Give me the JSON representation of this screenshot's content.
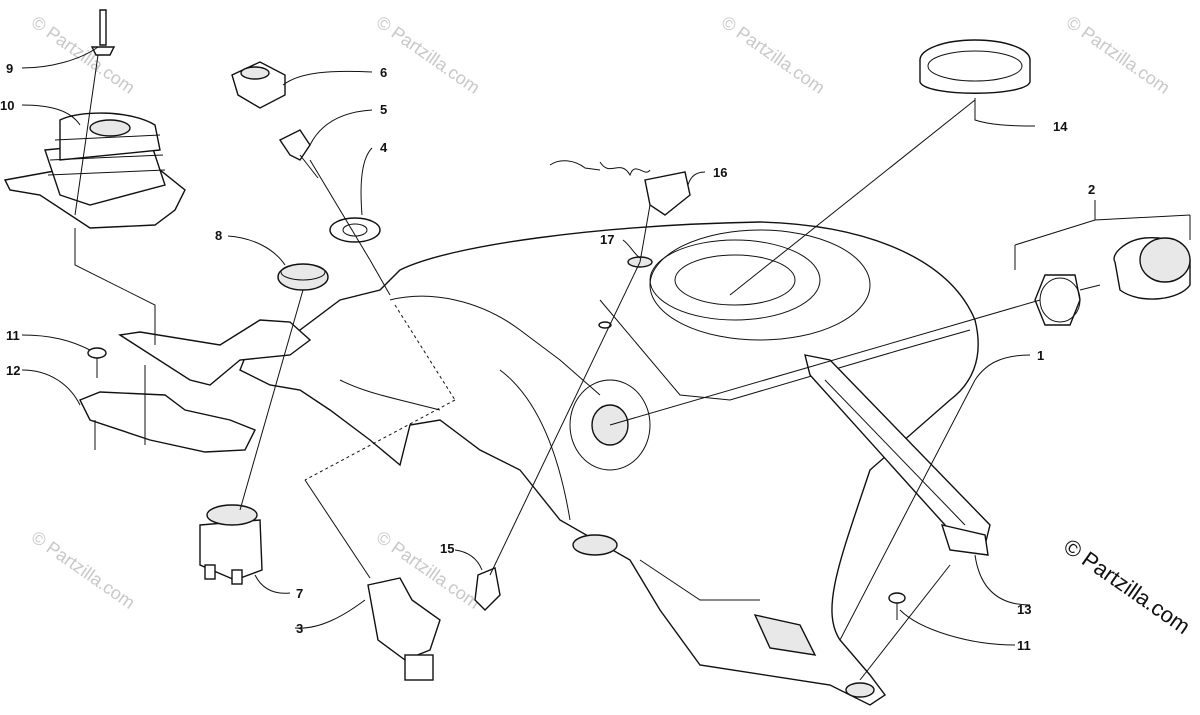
{
  "watermark": "© Partzilla.com",
  "copyright": "© Partzilla.com",
  "callouts": {
    "c1": "1",
    "c2": "2",
    "c3": "3",
    "c4": "4",
    "c5": "5",
    "c6": "6",
    "c7": "7",
    "c8": "8",
    "c9": "9",
    "c10": "10",
    "c11a": "11",
    "c11b": "11",
    "c12": "12",
    "c13": "13",
    "c14": "14",
    "c15": "15",
    "c16": "16",
    "c17": "17"
  }
}
